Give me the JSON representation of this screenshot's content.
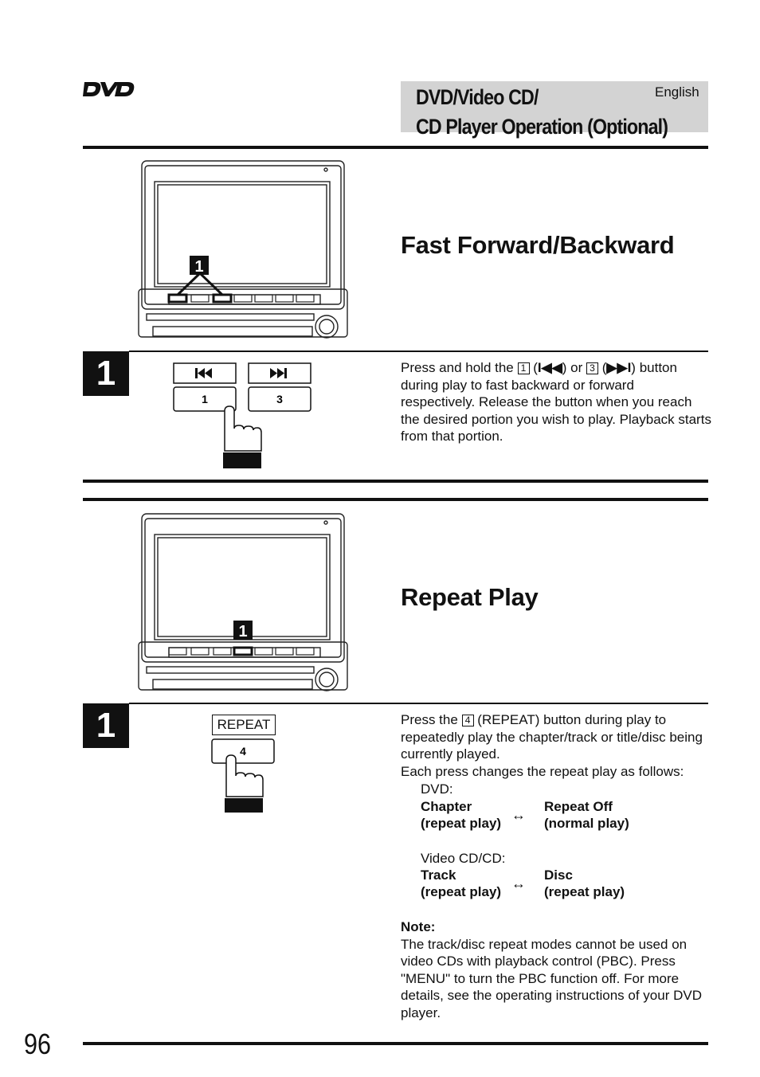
{
  "header": {
    "logo": "DVD",
    "title_line1": "DVD/Video CD/",
    "title_line2": "CD Player Operation (Optional)",
    "language": "English"
  },
  "sections": [
    {
      "title": "Fast Forward/Backward",
      "callout": "1",
      "step_number": "1",
      "buttons": [
        {
          "icon": "skip-back-icon",
          "key": "1"
        },
        {
          "icon": "skip-forward-icon",
          "key": "3"
        }
      ],
      "text": {
        "p1a": "Press and hold the",
        "key1": "1",
        "p1b": "(",
        "sym1": "I◀◀",
        "p1c": ") or",
        "key2": "3",
        "p1d": "(",
        "sym2": "▶▶I",
        "p1e": ")",
        "p2": "button during play to fast backward or forward respectively. Release the button when you reach the desired portion you wish to play. Playback starts from that portion."
      }
    },
    {
      "title": "Repeat Play",
      "callout": "1",
      "step_number": "1",
      "button_label": "REPEAT",
      "button_key": "4",
      "text": {
        "p1a": "Press the",
        "key": "4",
        "p1b": "(REPEAT) button during play to repeatedly play the chapter/track or title/disc being currently played.",
        "p2": "Each press changes the repeat play as follows:",
        "dvd_label": "DVD:",
        "dvd_left_1": "Chapter",
        "dvd_left_2": "(repeat play)",
        "dvd_right_1": "Repeat Off",
        "dvd_right_2": "(normal play)",
        "vcd_label": "Video CD/CD:",
        "vcd_left_1": "Track",
        "vcd_left_2": "(repeat play)",
        "vcd_right_1": "Disc",
        "vcd_right_2": "(repeat play)",
        "arrow": "↔",
        "note_title": "Note:",
        "note_body": "The track/disc repeat modes cannot be used on video CDs with playback control (PBC). Press \"MENU\" to turn the PBC function off. For more details, see the operating instructions of your DVD player."
      }
    }
  ],
  "page_number": "96"
}
